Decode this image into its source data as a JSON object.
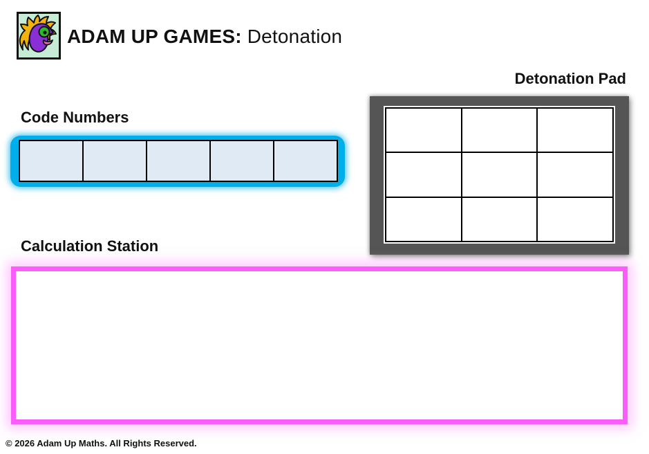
{
  "header": {
    "brand": "ADAM UP GAMES:",
    "game": "Detonation"
  },
  "logo": {
    "icon": "mascot-icon"
  },
  "code_numbers": {
    "label": "Code Numbers",
    "cells": [
      "",
      "",
      "",
      "",
      ""
    ]
  },
  "detonation_pad": {
    "label": "Detonation Pad",
    "rows": 3,
    "cols": 3,
    "cells": [
      "",
      "",
      "",
      "",
      "",
      "",
      "",
      "",
      ""
    ]
  },
  "calculation_station": {
    "label": "Calculation Station",
    "content": ""
  },
  "footer": {
    "copyright": "© 2026 Adam Up Maths. All Rights Reserved."
  },
  "colors": {
    "accent_blue": "#00aee9",
    "accent_magenta": "#fa5dfa",
    "pad_frame": "#555555",
    "cell_fill": "#dfeaf5",
    "logo_bg": "#c7ecd6"
  }
}
